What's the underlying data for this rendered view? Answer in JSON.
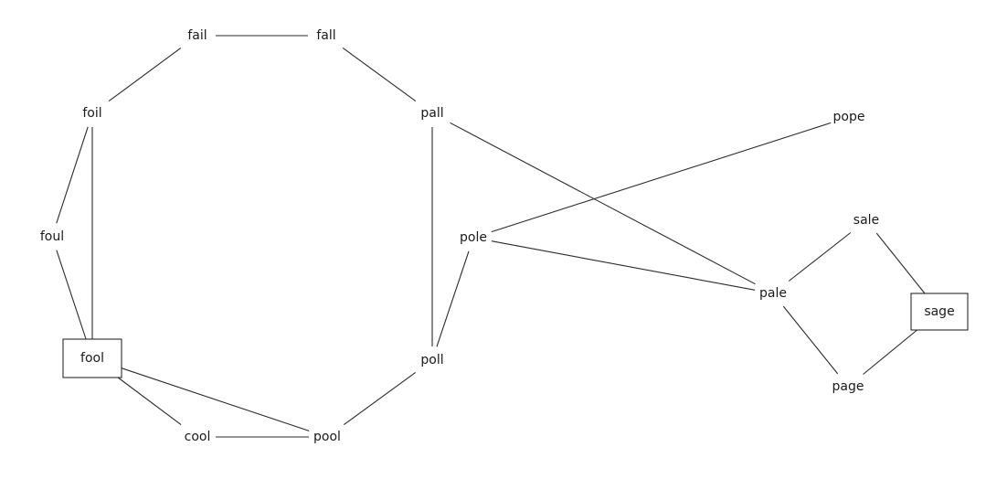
{
  "diagram": {
    "nodes": [
      {
        "id": "fail",
        "label": "fail",
        "boxed": false
      },
      {
        "id": "fall",
        "label": "fall",
        "boxed": false
      },
      {
        "id": "foil",
        "label": "foil",
        "boxed": false
      },
      {
        "id": "pall",
        "label": "pall",
        "boxed": false
      },
      {
        "id": "pope",
        "label": "pope",
        "boxed": false
      },
      {
        "id": "foul",
        "label": "foul",
        "boxed": false
      },
      {
        "id": "pole",
        "label": "pole",
        "boxed": false
      },
      {
        "id": "sale",
        "label": "sale",
        "boxed": false
      },
      {
        "id": "pale",
        "label": "pale",
        "boxed": false
      },
      {
        "id": "sage",
        "label": "sage",
        "boxed": true
      },
      {
        "id": "fool",
        "label": "fool",
        "boxed": true
      },
      {
        "id": "poll",
        "label": "poll",
        "boxed": false
      },
      {
        "id": "page",
        "label": "page",
        "boxed": false
      },
      {
        "id": "cool",
        "label": "cool",
        "boxed": false
      },
      {
        "id": "pool",
        "label": "pool",
        "boxed": false
      }
    ],
    "edges": [
      [
        "fail",
        "fall"
      ],
      [
        "fail",
        "foil"
      ],
      [
        "fall",
        "pall"
      ],
      [
        "foil",
        "foul"
      ],
      [
        "foil",
        "fool"
      ],
      [
        "foul",
        "fool"
      ],
      [
        "fool",
        "cool"
      ],
      [
        "fool",
        "pool"
      ],
      [
        "cool",
        "pool"
      ],
      [
        "pool",
        "poll"
      ],
      [
        "poll",
        "pall"
      ],
      [
        "poll",
        "pole"
      ],
      [
        "pall",
        "pale"
      ],
      [
        "pole",
        "pope"
      ],
      [
        "pole",
        "pale"
      ],
      [
        "pale",
        "sale"
      ],
      [
        "pale",
        "page"
      ],
      [
        "sale",
        "sage"
      ],
      [
        "page",
        "sage"
      ]
    ]
  }
}
